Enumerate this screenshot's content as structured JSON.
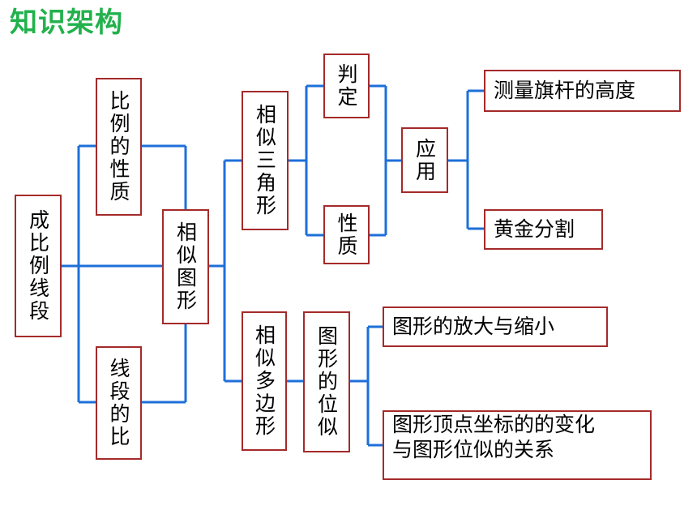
{
  "title": "知识架构",
  "nodes": {
    "root": "成比例线段",
    "ratio_props": "比例的性质",
    "segment_ratio": "线段的比",
    "similar_figures": "相似图形",
    "similar_triangles": "相似三角形",
    "similar_polygons": "相似多边形",
    "criteria": "判定",
    "properties": "性质",
    "application": "应用",
    "flagpole": "测量旗杆的高度",
    "golden_section": "黄金分割",
    "homothety": "图形的位似",
    "enlarge_shrink": "图形的放大与缩小",
    "coords_line1": "图形顶点坐标的的变化",
    "coords_line2": "与图形位似的关系"
  },
  "colors": {
    "title": "#22b14c",
    "connector": "#1e6fd9",
    "box_border": "#a52a2a"
  }
}
